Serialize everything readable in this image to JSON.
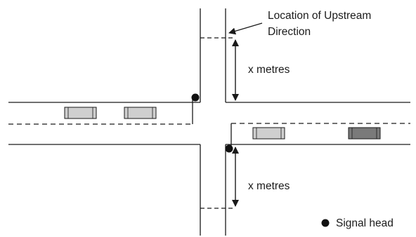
{
  "labels": {
    "upstream_line1": "Location of Upstream",
    "upstream_line2": "Direction",
    "distance_top": "x metres",
    "distance_bottom": "x metres",
    "legend": "Signal head"
  },
  "vehicles": [
    {
      "lane": "westbound",
      "shade": "light"
    },
    {
      "lane": "westbound",
      "shade": "light"
    },
    {
      "lane": "eastbound",
      "shade": "light"
    },
    {
      "lane": "eastbound",
      "shade": "dark"
    }
  ],
  "colors": {
    "line": "#1a1a1a",
    "vehicle_light": "#cfcfcf",
    "vehicle_dark": "#7a7a7a",
    "signal": "#111111"
  }
}
